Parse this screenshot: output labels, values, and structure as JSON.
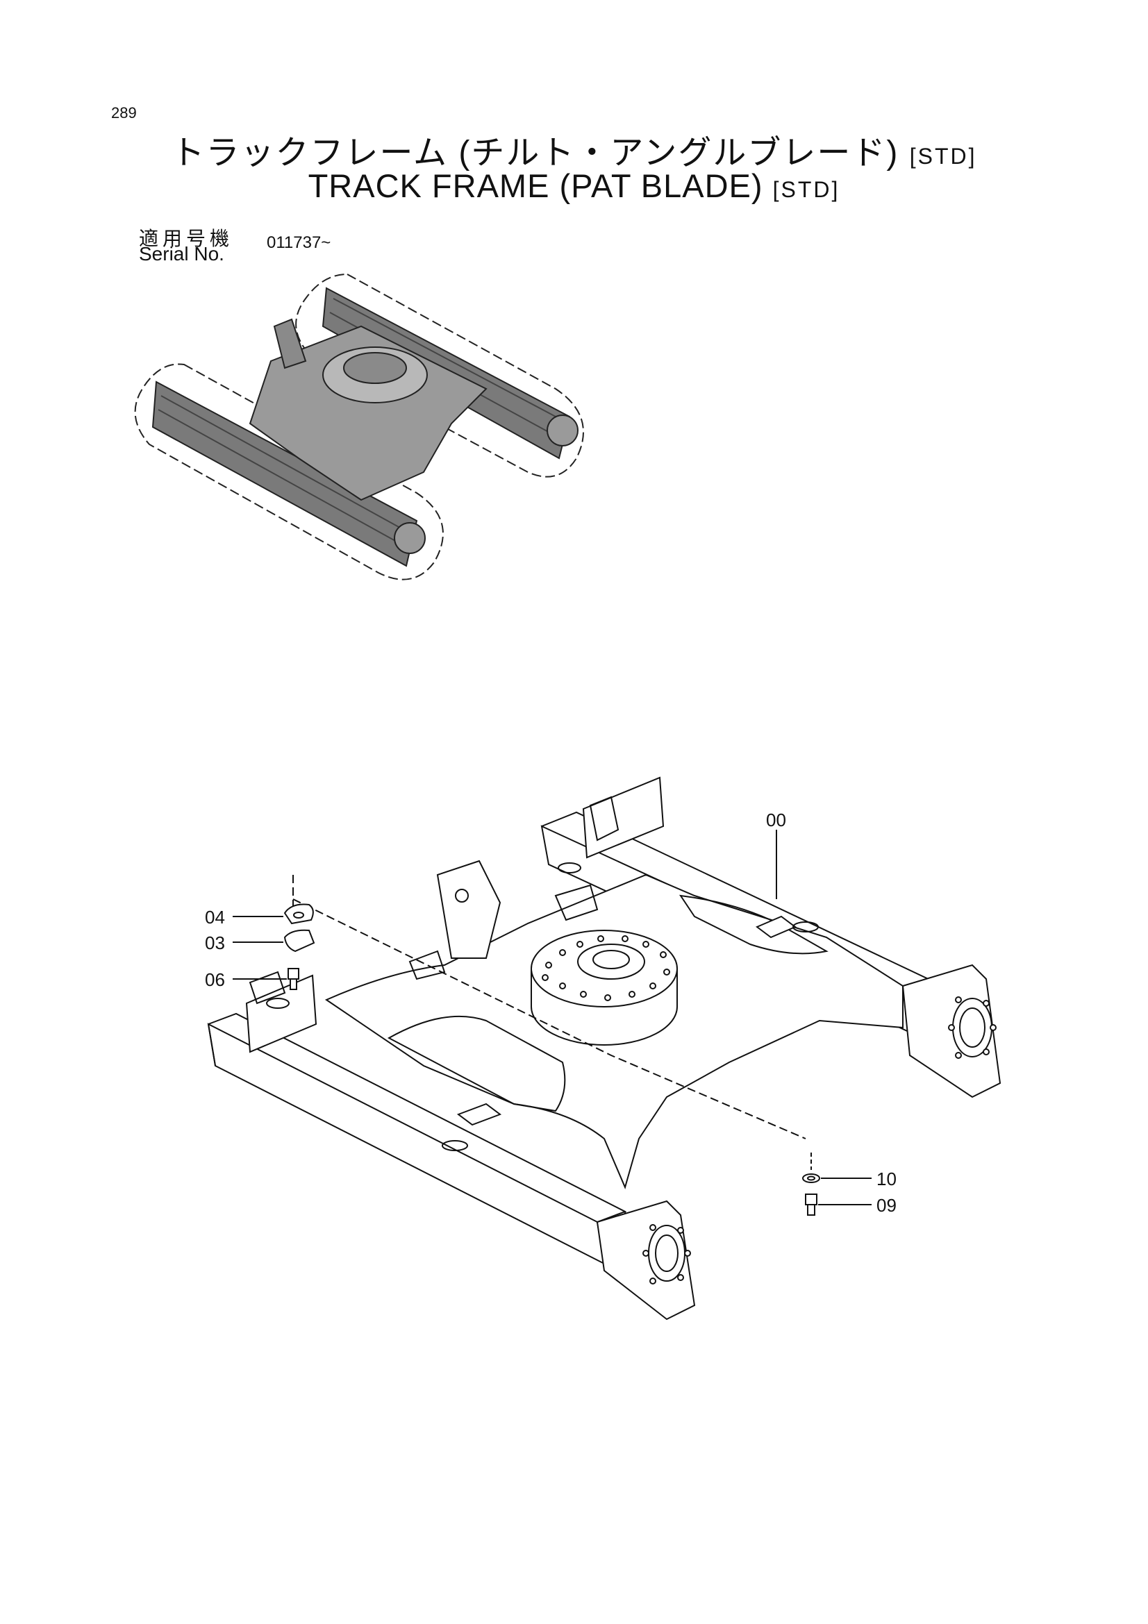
{
  "page": {
    "number": "289"
  },
  "title": {
    "japanese": "トラックフレーム (チルト・アングルブレード)",
    "english": "TRACK FRAME (PAT BLADE)",
    "tag": "[STD]"
  },
  "serial": {
    "label_jp": "適用号機",
    "label_en": "Serial No.",
    "value": "011737~"
  },
  "callouts": [
    "00",
    "04",
    "03",
    "06",
    "10",
    "09"
  ]
}
